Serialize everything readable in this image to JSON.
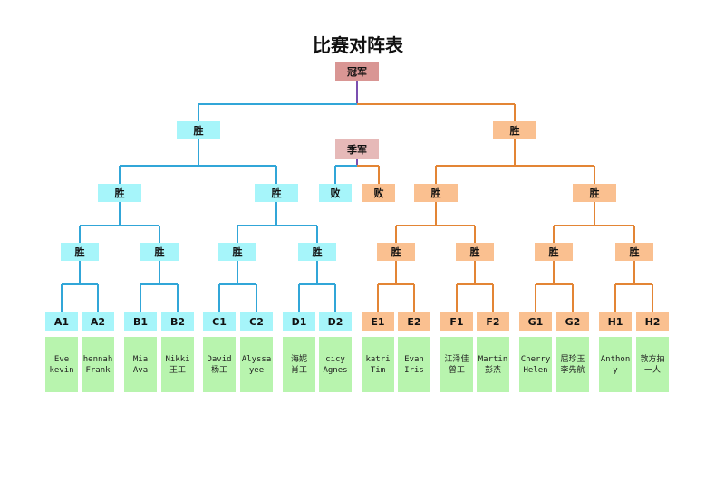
{
  "title": "比赛对阵表",
  "colors": {
    "champion": "#d99694",
    "third_place": "#e6b9b8",
    "left_bracket": "#a6f5fa",
    "right_bracket": "#fac090",
    "left_line": "#31a6d8",
    "right_line": "#e38535",
    "center_line": "#7b4fb0",
    "names": "#b8f4ae"
  },
  "champion_label": "冠军",
  "third_place_label": "季军",
  "third_place_match": {
    "left": "败",
    "right": "败"
  },
  "level1": [
    "胜",
    "胜"
  ],
  "level2": [
    "胜",
    "胜",
    "胜",
    "胜"
  ],
  "level3": [
    "胜",
    "胜",
    "胜",
    "胜",
    "胜",
    "胜",
    "胜",
    "胜"
  ],
  "seeds": [
    "A1",
    "A2",
    "B1",
    "B2",
    "C1",
    "C2",
    "D1",
    "D2",
    "E1",
    "E2",
    "F1",
    "F2",
    "G1",
    "G2",
    "H1",
    "H2"
  ],
  "players": [
    "Eve\nkevin",
    "hennah\nFrank",
    "Mia\nAva",
    "Nikki\n王工",
    "David\n杨工",
    "Alyssa\nyee",
    "海妮\n肖工",
    "cicy\nAgnes",
    "katri\nTim",
    "Evan\nIris",
    "江泽佳\n曾工",
    "Martin\n彭杰",
    "Cherry\nHelen",
    "屈珍玉\n李先航",
    "Anthon\ny",
    "敦方抽\n一人"
  ]
}
